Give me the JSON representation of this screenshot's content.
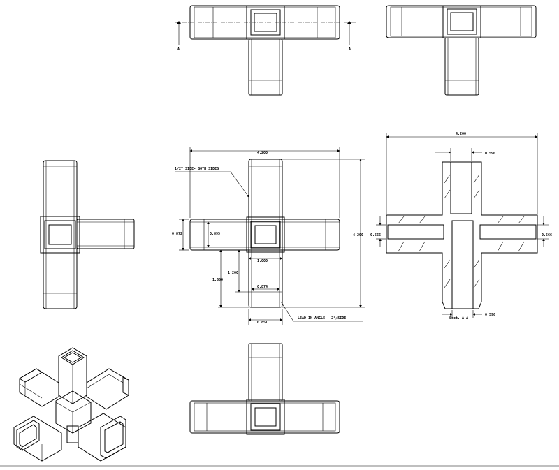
{
  "section_marks": {
    "left": "A",
    "right": "A"
  },
  "front_view": {
    "dims": {
      "overall_width": "4.200",
      "overall_height": "4.200",
      "arm_height": "0.872",
      "inner_height": "0.895",
      "center_square": "1.000",
      "short_arm": "1.200",
      "long_arm": "1.650",
      "inner_width": "0.874",
      "outer_width": "0.851"
    },
    "notes": {
      "sides": "1/2\" SIDE- BOTH SIDES",
      "angle": "LEAD IN ANGLE - 2°/SIDE"
    }
  },
  "section_view": {
    "dims": {
      "overall_width": "4.200",
      "top_wall": "0.596",
      "left_arm": "0.566",
      "right_arm": "0.566",
      "bottom_wall": "0.596"
    },
    "label": "Sect. A-A"
  }
}
